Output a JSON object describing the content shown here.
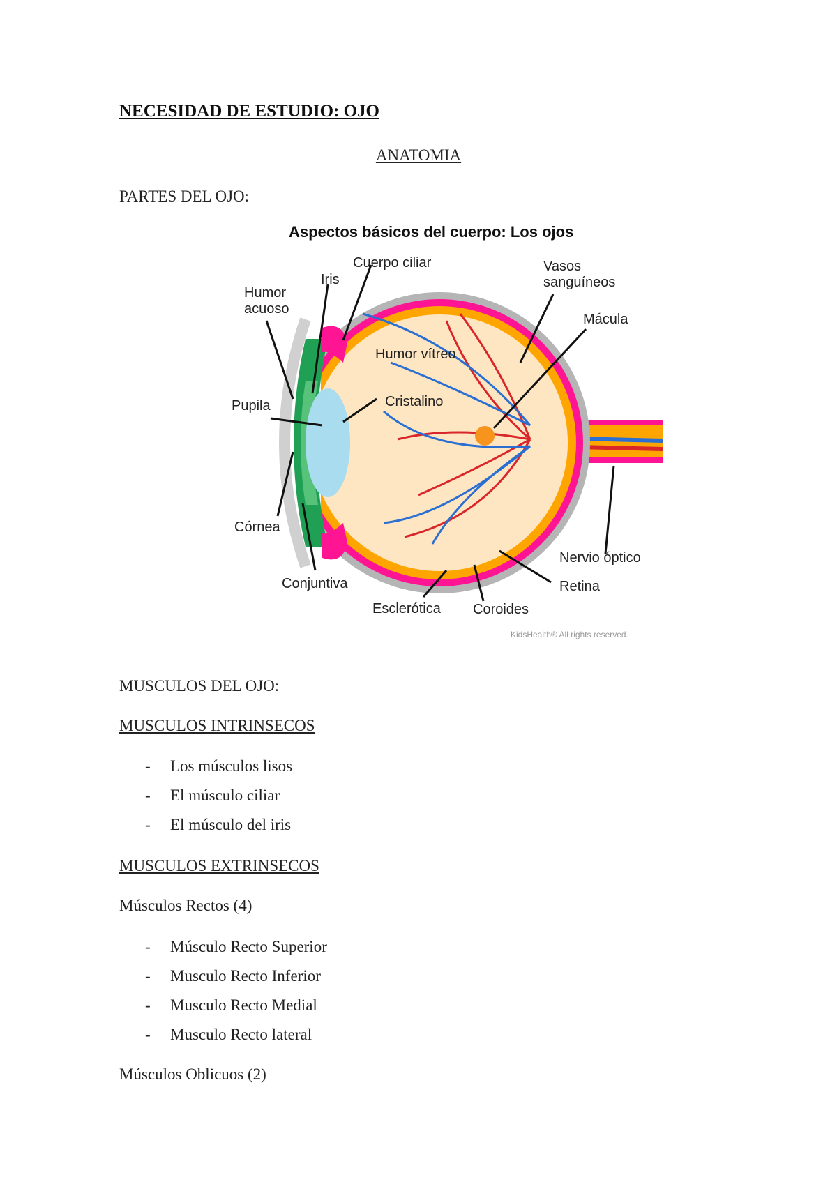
{
  "title": "NECESIDAD DE ESTUDIO: OJO",
  "section": "ANATOMIA",
  "parts_heading": "PARTES DEL OJO:",
  "figure": {
    "title": "Aspectos básicos del cuerpo: Los ojos",
    "labels": {
      "cuerpo_ciliar": "Cuerpo ciliar",
      "iris": "Iris",
      "humor_acuoso_1": "Humor",
      "humor_acuoso_2": "acuoso",
      "vasos_1": "Vasos",
      "vasos_2": "sanguíneos",
      "macula": "Mácula",
      "humor_vitreo": "Humor vítreo",
      "cristalino": "Cristalino",
      "pupila": "Pupila",
      "cornea": "Córnea",
      "conjuntiva": "Conjuntiva",
      "esclerotica": "Esclerótica",
      "coroides": "Coroides",
      "retina": "Retina",
      "nervio": "Nervio óptico"
    },
    "credit": "KidsHealth® All rights reserved.",
    "colors": {
      "sclera": "#a9a9a9",
      "choroid": "#ff1493",
      "retina_band": "#ffa500",
      "vitreous": "#ffe6c2",
      "iris": "#1fa055",
      "lens": "#a8dcee",
      "artery": "#d9262a",
      "vein": "#2a6fd1",
      "macula": "#f7941d"
    }
  },
  "muscles_heading": "MUSCULOS DEL OJO:",
  "intrinsic_heading": "MUSCULOS INTRINSECOS",
  "intrinsic": [
    "Los músculos lisos",
    "El músculo ciliar",
    "El músculo del iris"
  ],
  "extrinsic_heading": "MUSCULOS EXTRINSECOS ",
  "rectos_heading": "Músculos Rectos (4)",
  "rectos": [
    "Músculo Recto Superior",
    "Musculo Recto Inferior",
    "Musculo Recto Medial",
    "Musculo Recto lateral"
  ],
  "oblicuos_heading": "Músculos Oblicuos (2)",
  "bullet": "-"
}
